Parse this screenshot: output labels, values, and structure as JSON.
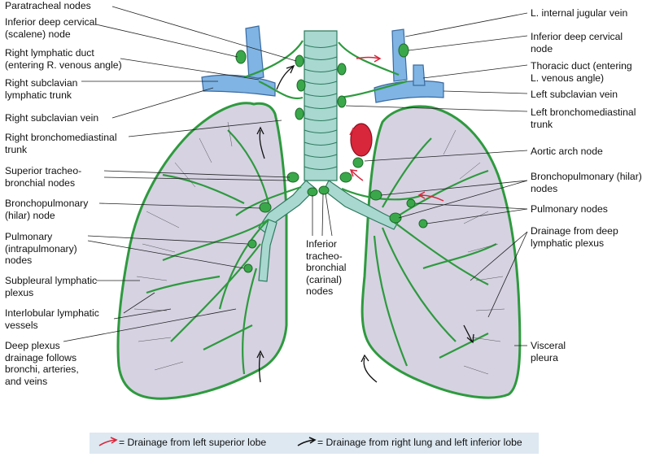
{
  "labels_left": [
    "Paratracheal nodes",
    "Inferior deep cervical\n(scalene) node",
    "Right lymphatic duct\n(entering R. venous angle)",
    "Right subclavian\nlymphatic trunk",
    "Right subclavian vein",
    "Right bronchomediastinal\ntrunk",
    "Superior tracheo-\nbronchial nodes",
    "Bronchopulmonary\n(hilar) node",
    "Pulmonary\n(intrapulmonary)\nnodes",
    "Subpleural lymphatic\nplexus",
    "Interlobular lymphatic\nvessels",
    "Deep plexus\ndrainage follows\nbronchi, arteries,\nand veins"
  ],
  "labels_right": [
    "L. internal jugular vein",
    "Inferior deep cervical\nnode",
    "Thoracic duct (entering\nL. venous angle)",
    "Left subclavian vein",
    "Left bronchomediastinal\ntrunk",
    "Aortic arch node",
    "Bronchopulmonary (hilar)\nnodes",
    "Pulmonary nodes",
    "Drainage from deep\nlymphatic plexus",
    "Visceral\npleura"
  ],
  "label_center": "Inferior\ntracheo-\nbronchial\n(carinal)\nnodes",
  "legend": {
    "left_superior": "= Drainage from left superior lobe",
    "right_and_left_inferior": "= Drainage from right lung and left inferior lobe"
  },
  "colors": {
    "lung_fill": "#d6d2e2",
    "lymph_green": "#2e9a3e",
    "vein_blue": "#7fb4e4",
    "trachea": "#a8d8d0",
    "aorta_red": "#d8263a",
    "legend_bg": "#dde8f1",
    "arrow_red": "#d8263a"
  }
}
